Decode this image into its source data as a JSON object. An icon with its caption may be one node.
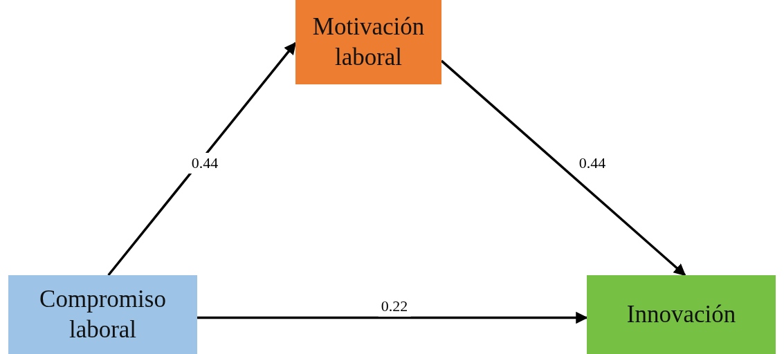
{
  "diagram": {
    "nodes": [
      {
        "text": [
          "Motivación laboral"
        ]
      },
      {
        "text": [
          "Compromiso laboral"
        ]
      },
      {
        "text": [
          "Innovación"
        ]
      }
    ],
    "edges": [
      {
        "from": 1,
        "to": 0,
        "arrow": "to",
        "label": "0.44"
      },
      {
        "from": 0,
        "to": 2,
        "arrow": "to",
        "label": "0.44"
      },
      {
        "from": 1,
        "to": 2,
        "arrow": "to",
        "label": "0.22"
      }
    ]
  }
}
